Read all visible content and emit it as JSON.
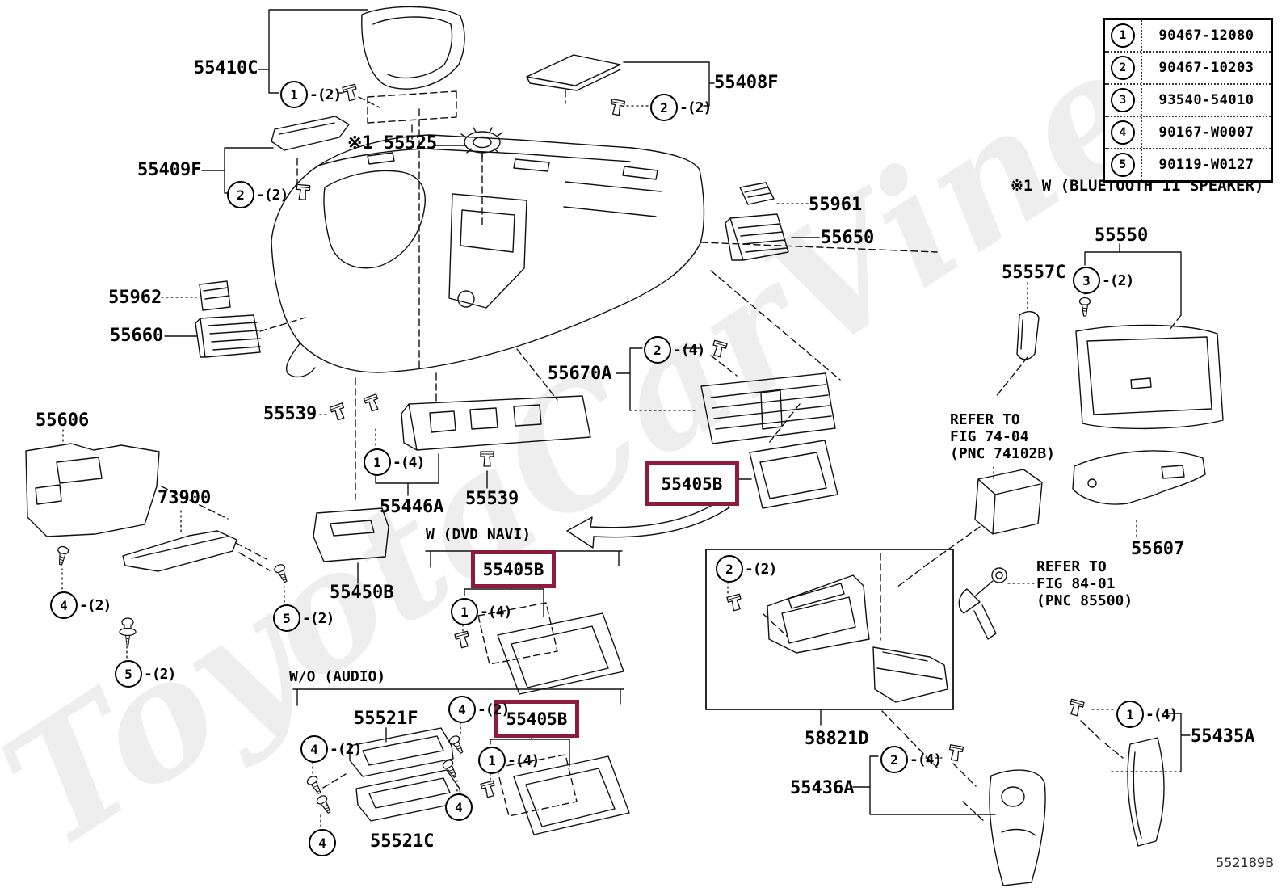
{
  "page": {
    "drawing_code": "552189B",
    "footnote": "※1 W (BLUETOOTH  11 SPEAKER)",
    "watermark": "ToyotaCarVine",
    "highlight_color": "#8e1a3e"
  },
  "fastener_table": {
    "rows": [
      {
        "num": "1",
        "part": "90467-12080"
      },
      {
        "num": "2",
        "part": "90467-10203"
      },
      {
        "num": "3",
        "part": "93540-54010"
      },
      {
        "num": "4",
        "part": "90167-W0007"
      },
      {
        "num": "5",
        "part": "90119-W0127"
      }
    ]
  },
  "sections": {
    "dvd_navi": "W (DVD  NAVI)",
    "wo_audio": "W/O (AUDIO)"
  },
  "labels": {
    "p55410c": "55410C",
    "p55409f": "55409F",
    "p55525": "※1 55525",
    "p55408f": "55408F",
    "p55961": "55961",
    "p55650": "55650",
    "p55557c": "55557C",
    "p55550": "55550",
    "p55962": "55962",
    "p55660": "55660",
    "p55670a": "55670A",
    "p55539a": "55539",
    "p55606": "55606",
    "p73900": "73900",
    "p55446a": "55446A",
    "p55539b": "55539",
    "p55450b": "55450B",
    "p55607": "55607",
    "p55521f": "55521F",
    "p55521c": "55521C",
    "p58821d": "58821D",
    "p55436a": "55436A",
    "p55435a": "55435A",
    "p55405b": "55405B"
  },
  "refs": {
    "fig74": [
      "REFER TO",
      "FIG 74-04",
      "(PNC 74102B)"
    ],
    "fig84": [
      "REFER TO",
      "FIG 84-01",
      "(PNC 85500)"
    ]
  },
  "callouts": {
    "c55410": {
      "num": "1",
      "count": "-(2)"
    },
    "c55409": {
      "num": "2",
      "count": "-(2)"
    },
    "c55408": {
      "num": "2",
      "count": "-(2)"
    },
    "c55550": {
      "num": "3",
      "count": "-(2)"
    },
    "c55670": {
      "num": "2",
      "count": "-(4)"
    },
    "c55446": {
      "num": "1",
      "count": "-(4)"
    },
    "c55606": {
      "num": "4",
      "count": "-(2)"
    },
    "c73900a": {
      "num": "5",
      "count": "-(2)"
    },
    "c73900b": {
      "num": "5",
      "count": "-(2)"
    },
    "cdvd1": {
      "num": "1",
      "count": "-(4)"
    },
    "cwo4a": {
      "num": "4",
      "count": "-(2)"
    },
    "cwo4b": {
      "num": "4",
      "count": "-(2)"
    },
    "cwo4c": {
      "num": "4",
      "count": ""
    },
    "cwo4d": {
      "num": "4",
      "count": ""
    },
    "cwo1": {
      "num": "1",
      "count": "-(4)"
    },
    "c58821": {
      "num": "2",
      "count": "-(2)"
    },
    "c55436": {
      "num": "2",
      "count": "-(4)"
    },
    "c55435": {
      "num": "1",
      "count": "-(4)"
    }
  }
}
